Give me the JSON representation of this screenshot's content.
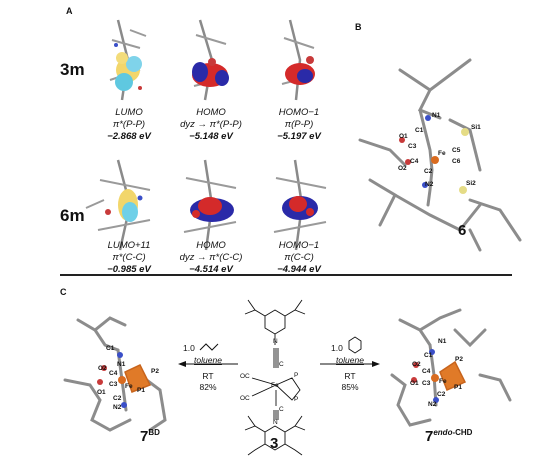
{
  "panels": {
    "a": "A",
    "b": "B",
    "c": "C"
  },
  "row_labels": [
    "3m",
    "6m"
  ],
  "orbitals_3m": [
    {
      "name": "LUMO",
      "desc": "π*(P-P)",
      "energy": "−2.868 eV"
    },
    {
      "name": "HOMO",
      "desc": "dyz → π*(P-P)",
      "energy": "−5.148 eV"
    },
    {
      "name": "HOMO−1",
      "desc": "π(P-P)",
      "energy": "−5.197 eV"
    }
  ],
  "orbitals_6m": [
    {
      "name": "LUMO+11",
      "desc": "π*(C-C)",
      "energy": "−0.985 eV"
    },
    {
      "name": "HOMO",
      "desc": "dyz → π*(C-C)",
      "energy": "−4.514 eV"
    },
    {
      "name": "HOMO−1",
      "desc": "π(C-C)",
      "energy": "−4.944 eV"
    }
  ],
  "compound_b": "6",
  "atoms_b": [
    "N1",
    "C1",
    "O1",
    "C3",
    "Fe",
    "C5",
    "Si1",
    "C6",
    "O2",
    "C4",
    "C2",
    "N2",
    "Si2"
  ],
  "reaction_left": {
    "reagent": "1.0",
    "solvent": "toluene",
    "condition": "RT",
    "yield": "82%"
  },
  "reaction_right": {
    "reagent": "1.0",
    "solvent": "toluene",
    "condition": "RT",
    "yield": "85%"
  },
  "compound_center": "3",
  "compound_left": {
    "main": "7",
    "sup": "BD"
  },
  "compound_right": {
    "main": "7",
    "sup": "endo",
    "sup2": "-CHD"
  },
  "center_atoms": [
    "N",
    "C",
    "OC",
    "Fe",
    "P",
    "P",
    "OC",
    "C",
    "N"
  ],
  "atoms_left": [
    "C1",
    "N1",
    "O2",
    "C4",
    "Fe",
    "P2",
    "C3",
    "P1",
    "O1",
    "C2",
    "N2"
  ],
  "atoms_right": [
    "N1",
    "C1",
    "O2",
    "C4",
    "Fe",
    "P2",
    "O1",
    "C3",
    "P1",
    "C2",
    "N2"
  ]
}
